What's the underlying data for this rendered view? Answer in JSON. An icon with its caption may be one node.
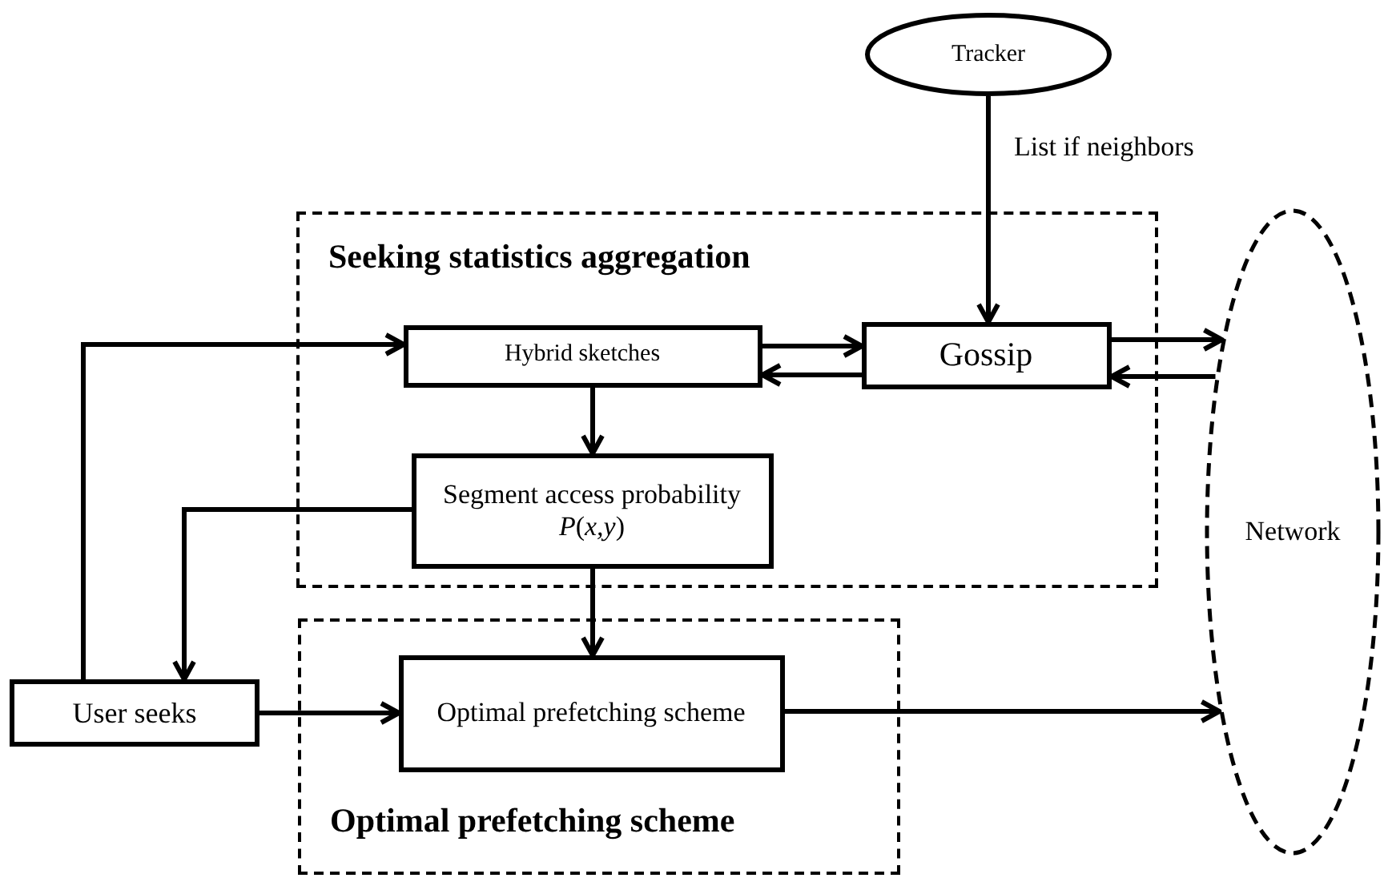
{
  "diagram": {
    "nodes": [
      {
        "text": [
          "Tracker"
        ]
      },
      {
        "text": [
          "Seeking statistics aggregation"
        ]
      },
      {
        "text": [
          "Hybrid sketches"
        ],
        "in": 1
      },
      {
        "text": [
          "Gossip"
        ],
        "in": 1
      },
      {
        "text": [
          "Segment access probability *P*(*x,y*)"
        ],
        "in": 1
      },
      {
        "text": [
          "Optimal prefetching scheme"
        ]
      },
      {
        "text": [
          "Optimal prefetching scheme"
        ],
        "in": 5
      },
      {
        "text": [
          "User seeks"
        ]
      },
      {
        "text": [
          "Network"
        ]
      }
    ],
    "edges": [
      {
        "from": 0,
        "to": 3,
        "arrow": "to",
        "label": "List if neighbors"
      },
      {
        "from": 2,
        "to": 3,
        "arrow": "to"
      },
      {
        "from": 3,
        "to": 2,
        "arrow": "to"
      },
      {
        "from": 3,
        "to": 8,
        "arrow": "to"
      },
      {
        "from": 8,
        "to": 3,
        "arrow": "to"
      },
      {
        "from": 2,
        "to": 4,
        "arrow": "to"
      },
      {
        "from": 4,
        "to": 7,
        "arrow": "to"
      },
      {
        "from": 4,
        "to": 6,
        "arrow": "to"
      },
      {
        "from": 7,
        "to": 6,
        "arrow": "to"
      },
      {
        "from": 7,
        "to": 2,
        "arrow": "to"
      },
      {
        "from": 6,
        "to": 8,
        "arrow": "to"
      }
    ]
  }
}
